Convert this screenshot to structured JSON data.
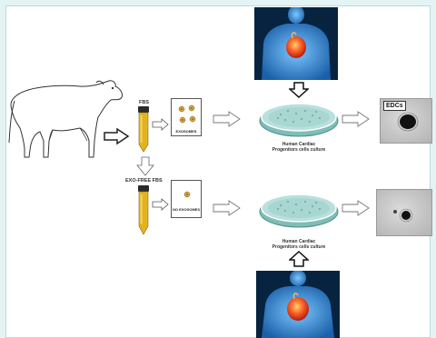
{
  "labels": {
    "fbs": "FBS",
    "exo_free_fbs": "EXO-FREE FBS",
    "exosomes": "EXOSOMES",
    "no_exosomes": "NO EXOSOMES",
    "culture_top_line1": "Human Cardiac",
    "culture_top_line2": "Progenitors cells culture",
    "culture_bottom_line1": "Human Cardiac",
    "culture_bottom_line2": "Progenitors cells culture",
    "edcs": "EDCs"
  },
  "colors": {
    "background": "#e4f3f4",
    "tube_liquid": "#e3b31f",
    "tube_cap": "#2a2a2a",
    "body_blue": "#2d8fd8",
    "heart_red": "#d8352a",
    "dish_teal": "#8fc9c4"
  }
}
